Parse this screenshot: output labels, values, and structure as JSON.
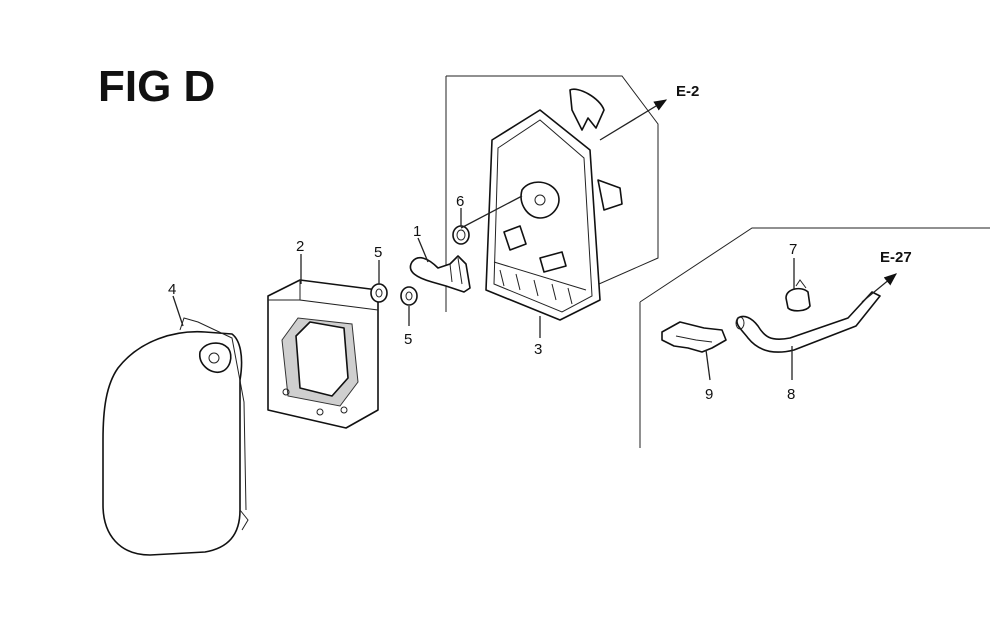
{
  "figure": {
    "title": "FIG D"
  },
  "references": [
    {
      "id": "ref-e2",
      "label": "E-2"
    },
    {
      "id": "ref-e27",
      "label": "E-27"
    }
  ],
  "callouts": [
    {
      "id": "c1",
      "label": "1"
    },
    {
      "id": "c2",
      "label": "2"
    },
    {
      "id": "c3",
      "label": "3"
    },
    {
      "id": "c4",
      "label": "4"
    },
    {
      "id": "c5a",
      "label": "5"
    },
    {
      "id": "c5b",
      "label": "5"
    },
    {
      "id": "c6",
      "label": "6"
    },
    {
      "id": "c7",
      "label": "7"
    },
    {
      "id": "c8",
      "label": "8"
    },
    {
      "id": "c9",
      "label": "9"
    }
  ]
}
